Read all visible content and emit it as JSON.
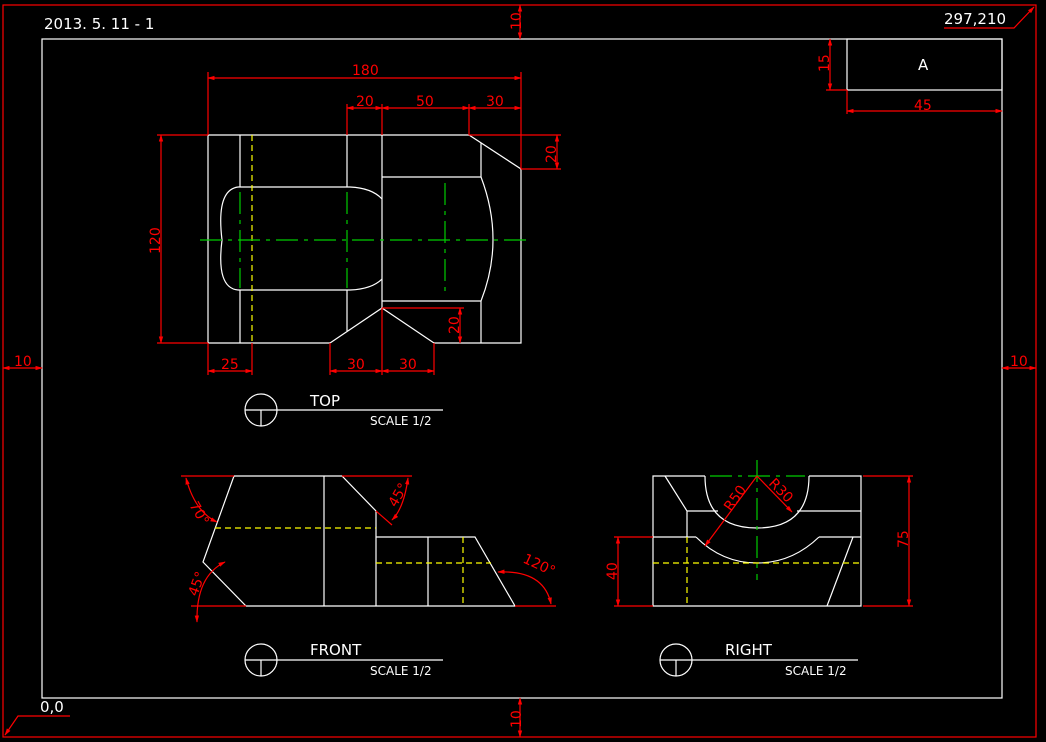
{
  "sheet": {
    "date_label": "2013. 5. 11 - 1",
    "origin_label": "0,0",
    "size_label": "297,210",
    "margin_top": "10",
    "margin_bottom": "10",
    "margin_left": "10",
    "margin_right": "10"
  },
  "title_block": {
    "letter": "A",
    "height_dim": "15",
    "width_dim": "45"
  },
  "views": {
    "top": {
      "name": "TOP",
      "scale": "SCALE 1/2",
      "dims": {
        "overall_width": "180",
        "d20": "20",
        "d50": "50",
        "d30": "30",
        "height": "120",
        "chamfer_right": "20",
        "v_depth": "20",
        "d25": "25",
        "v_left": "30",
        "v_right": "30"
      }
    },
    "front": {
      "name": "FRONT",
      "scale": "SCALE 1/2",
      "dims": {
        "angle_left_top": "70°",
        "angle_right_top": "45°",
        "angle_left_bottom": "45°",
        "angle_right_bottom": "120°"
      }
    },
    "right": {
      "name": "RIGHT",
      "scale": "SCALE 1/2",
      "dims": {
        "r_large": "R50",
        "r_small": "R30",
        "height": "75",
        "step": "40"
      }
    }
  },
  "colors": {
    "background": "#000000",
    "geometry": "#ffffff",
    "dimension": "#ff0000",
    "centerline": "#00cc00",
    "hidden": "#ffff00"
  }
}
